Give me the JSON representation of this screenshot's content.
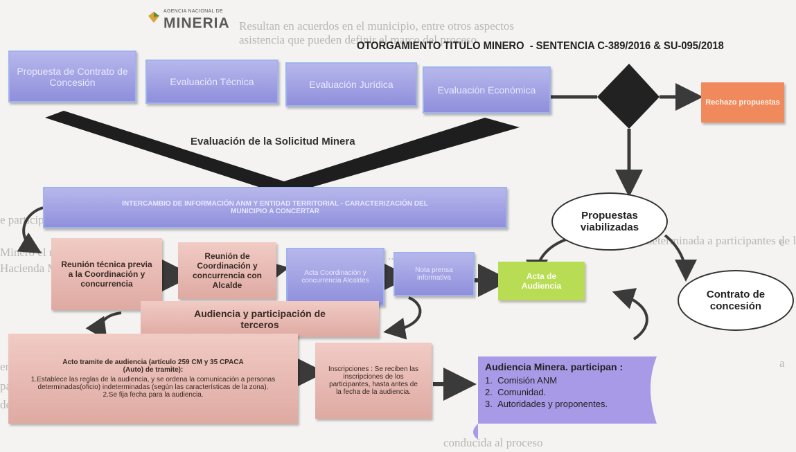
{
  "logo": {
    "agency": "AGENCIA NACIONAL DE",
    "name": "MINERIA"
  },
  "title": "OTORGAMIENTO TITULO MINERO  - SENTENCIA C-389/2016 & SU-095/2018",
  "top_boxes": [
    "Propuesta de Contrato de Concesión",
    "Evaluación Técnica",
    "Evaluación Jurídica",
    "Evaluación Económica"
  ],
  "evaluation_label": "Evaluación de la Solicitud Minera",
  "rechazo": "Rechazo propuestas",
  "viabilizadas": "Propuestas viabilizadas",
  "contrato": "Contrato de concesión",
  "intercambio": "INTERCAMBIO DE INFORMACIÓN ANM Y ENTIDAD TERRITORIAL - CARACTERIZACIÓN DEL MUNICIPIO A CONCERTAR",
  "reunion_tecnica": "Reunión técnica previa a la Coordinación y concurrencia",
  "reunion_coord": "Reunión de Coordinación y concurrencia con Alcalde",
  "acta_coord": "Acta Coordinación y concurrencia Alcaldes",
  "nota_prensa": "Nota prensa informativa",
  "acta_audiencia": "Acta de Audiencia",
  "audiencia_participacion": "Audiencia y participación de terceros",
  "acto_tramite": {
    "heading": "Acto tramite de audiencia (artículo 259 CM y 35 CPACA (Auto) de tramite):",
    "item1": "1.Establece las reglas de la audiencia, y se ordena la comunicación a personas determinadas(oficio) indeterminadas (según las características de la zona).",
    "item2": "2.Se fija fecha para la audiencia."
  },
  "inscripciones": "Inscripciones : Se reciben las inscripciones de los participantes, hasta antes de la fecha de la audiencia.",
  "audiencia_minera": {
    "heading": "Audiencia Minera. participan :",
    "items": [
      "Comisión ANM",
      "Comunidad.",
      "Autoridades y proponentes."
    ]
  },
  "colors": {
    "blue_box": "#a5a5e6",
    "pink_box": "#e8bbb4",
    "orange_box": "#f08a5d",
    "green_box": "#b9dc55",
    "arrow": "#3a3a3a"
  }
}
